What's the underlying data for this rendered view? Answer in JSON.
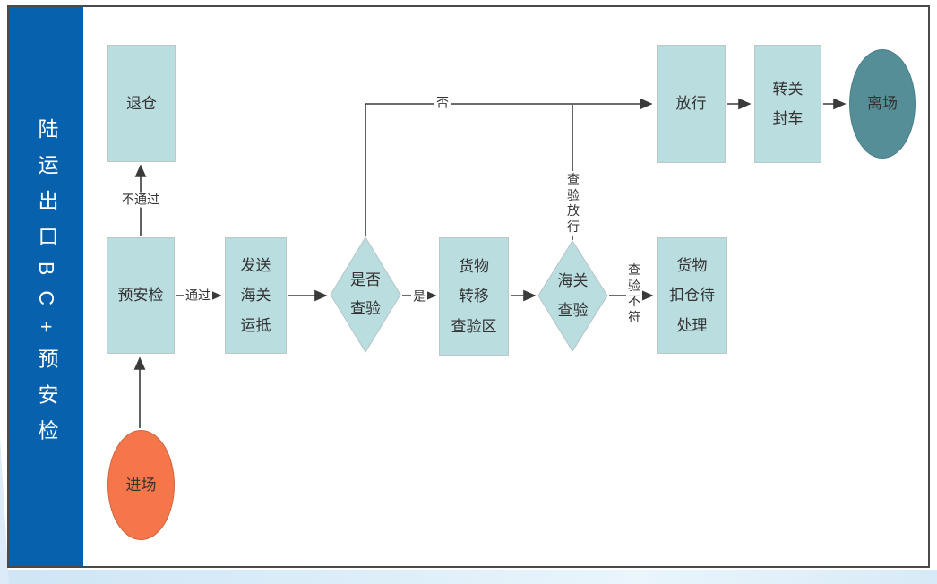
{
  "banner": {
    "label": "陆运出口BC+预安检"
  },
  "flowchart": {
    "nodes": [
      {
        "id": "return-warehouse",
        "type": "process",
        "label": "退仓"
      },
      {
        "id": "pre-security-check",
        "type": "process",
        "label": "预安检"
      },
      {
        "id": "send-customs-arrival",
        "type": "process",
        "label": "发送\n海关\n运抵"
      },
      {
        "id": "inspect-or-not",
        "type": "decision",
        "label": "是否\n查验"
      },
      {
        "id": "move-to-inspection-area",
        "type": "process",
        "label": "货物\n转移\n查验区"
      },
      {
        "id": "customs-inspection",
        "type": "decision",
        "label": "海关\n查验"
      },
      {
        "id": "cargo-held-pending",
        "type": "process",
        "label": "货物\n扣仓待\n处理"
      },
      {
        "id": "release",
        "type": "process",
        "label": "放行"
      },
      {
        "id": "transit-seal-truck",
        "type": "process",
        "label": "转关\n封车"
      },
      {
        "id": "exit",
        "type": "end",
        "label": "离场"
      },
      {
        "id": "entry",
        "type": "start",
        "label": "进场"
      }
    ],
    "edge_labels": [
      {
        "id": "no-pass",
        "label": "不通过"
      },
      {
        "id": "pass",
        "label": "通过"
      },
      {
        "id": "yes",
        "label": "是"
      },
      {
        "id": "no",
        "label": "否"
      },
      {
        "id": "inspection-release",
        "label": "查\n验\n放\n行"
      },
      {
        "id": "inspection-mismatch",
        "label": "查\n验\n不\n符"
      }
    ]
  },
  "colors": {
    "banner_bg": "#0761ad",
    "banner_text": "#ffffff",
    "node_fill": "#badde0",
    "node_border": "#bcc8c8",
    "start_fill": "#f5764a",
    "end_fill": "#558e97",
    "line": "#3a3a3a",
    "text": "#333333",
    "frame_border": "#4a4a4a",
    "wave": "#d8eaf7"
  }
}
